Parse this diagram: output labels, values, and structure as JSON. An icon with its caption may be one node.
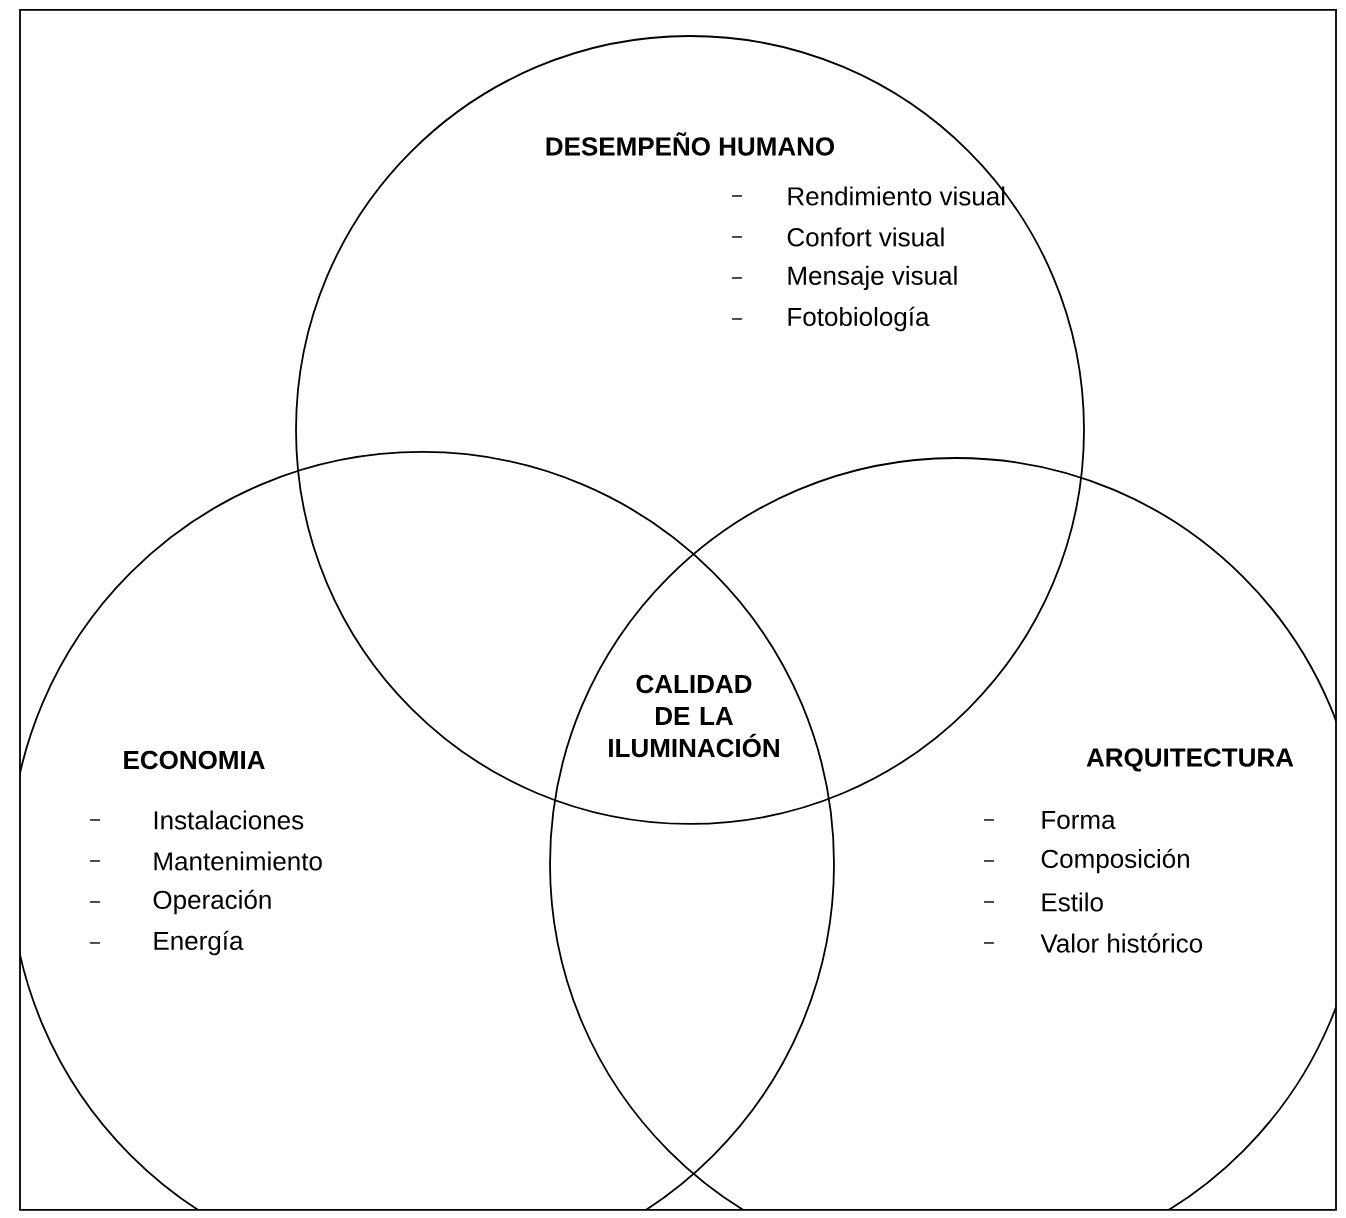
{
  "diagram": {
    "nodes": [
      {
        "text": [
          "DESEMPEÑO HUMANO",
          "Rendimiento visual",
          "Confort visual",
          "Mensaje visual",
          "Fotobiología"
        ]
      },
      {
        "text": [
          "ECONOMIA",
          "Instalaciones",
          "Mantenimiento",
          "Operación",
          "Energía"
        ]
      },
      {
        "text": [
          "ARQUITECTURA",
          "Forma",
          "Composición",
          "Estilo",
          "Valor histórico"
        ]
      }
    ],
    "labels": [
      "CALIDAD DE LA ILUMINACIÓN"
    ]
  }
}
